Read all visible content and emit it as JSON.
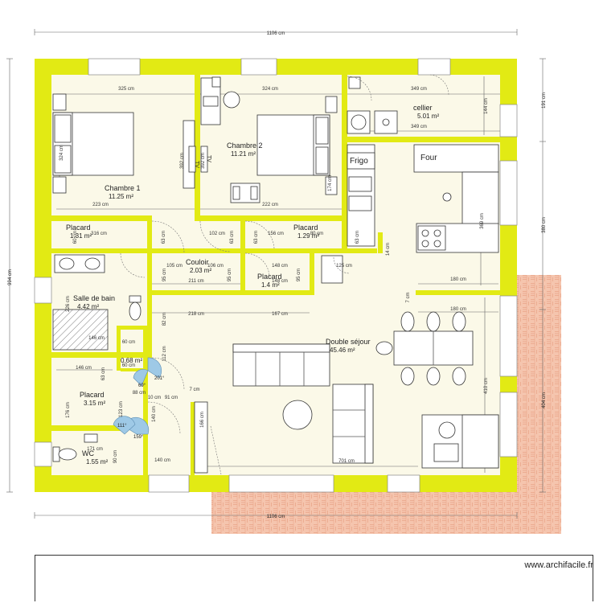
{
  "colors": {
    "wall": "#e2ea14",
    "floor": "#fbf9e8",
    "terrace": "#f5c5ae",
    "terrace_line": "#e9a285",
    "window": "#ffffff",
    "sanitary": "#9ec9e6"
  },
  "brand": "www.archifacile.fr",
  "dimensions": {
    "top_total": "1106 cm",
    "bottom_total": "1106 cm",
    "left_total": "994 cm",
    "right_segments": [
      "191 cm",
      "380 cm",
      "404 cm"
    ]
  },
  "rooms": [
    {
      "id": "chambre1",
      "name": "Chambre 1",
      "area": "11.25 m²"
    },
    {
      "id": "chambre2",
      "name": "Chambre 2",
      "area": "11.21 m²"
    },
    {
      "id": "cellier",
      "name": "cellier",
      "area": "5.01 m²"
    },
    {
      "id": "placard1",
      "name": "Placard",
      "area": "1.31 m²"
    },
    {
      "id": "placard2",
      "name": "Placard",
      "area": "1.29 m²"
    },
    {
      "id": "couloir",
      "name": "Couloir",
      "area": "2.03 m²"
    },
    {
      "id": "placard3",
      "name": "Placard",
      "area": "1.4 m²"
    },
    {
      "id": "sdb",
      "name": "Salle de bain",
      "area": "4.42 m²"
    },
    {
      "id": "small",
      "name": "",
      "area": "0.68 m²"
    },
    {
      "id": "sejour",
      "name": "Double séjour",
      "area": "45.46 m²"
    },
    {
      "id": "placard4",
      "name": "Placard",
      "area": "3.15 m²"
    },
    {
      "id": "wc",
      "name": "WC",
      "area": "1.55 m²"
    }
  ],
  "labels": {
    "frigo": "Frigo",
    "four": "Four",
    "tv1": "TV",
    "tv2": "TV"
  },
  "angles": [
    "201°",
    "69°",
    "159°",
    "111°"
  ],
  "dim_labels": [
    "325 cm",
    "324 cm",
    "349 cm",
    "349 cm",
    "144 cm",
    "324 cm",
    "392 cm",
    "392 cm",
    "174 cm",
    "223 cm",
    "222 cm",
    "316 cm",
    "60 cm",
    "63 cm",
    "102 cm",
    "63 cm",
    "156 cm",
    "63 cm",
    "80 cm",
    "63 cm",
    "105 cm",
    "106 cm",
    "95 cm",
    "95 cm",
    "148 cm",
    "95 cm",
    "125 cm",
    "211 cm",
    "148 cm",
    "180 cm",
    "180 cm",
    "226 cm",
    "218 cm",
    "167 cm",
    "82 cm",
    "14 cm",
    "7 cm",
    "146 cm",
    "146 cm",
    "60 cm",
    "60 cm",
    "63 cm",
    "112 cm",
    "176 cm",
    "88 cm",
    "10 cm",
    "91 cm",
    "7 cm",
    "123 cm",
    "140 cm",
    "166 cm",
    "171 cm",
    "140 cm",
    "90 cm",
    "701 cm",
    "410 cm",
    "369 cm"
  ]
}
